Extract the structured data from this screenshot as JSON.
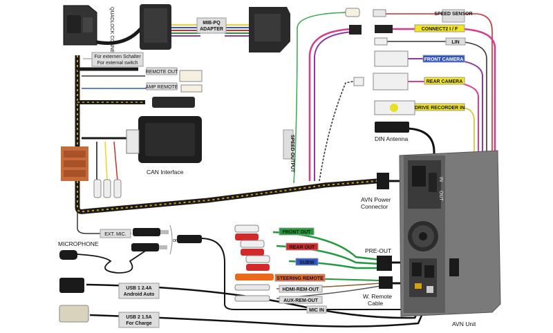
{
  "labels": {
    "quadlock": "QUADLOCK CONNECTOR",
    "mib_pq": "MIB-PQ",
    "adapter": "ADAPTER",
    "switch_de": "Für externen Schalter",
    "switch_en": "For external switch",
    "remote_out": "REMOTE OUT",
    "amp_remote": "AMP REMOTE",
    "can_interface": "CAN Interface",
    "speed_output": "SPEED OUTPUT",
    "speed_sensor": "SPEED SENSOR",
    "connect2": "CONNECT2 I / F",
    "lin": "LIN",
    "front_camera": "FRONT CAMERA",
    "rear_camera": "REAR CAMERA",
    "drive_recorder": "DRIVE RECORDER IN",
    "din_antenna": "DIN  Antenna",
    "avn_power_1": "AVN Power",
    "avn_power_2": "Connector",
    "ext_mic": "EXT. MIC.",
    "or": "or",
    "microphone": "MICROPHONE",
    "front_out": "FRONT  OUT",
    "rear_out": "REAR  OUT",
    "subw": "SUBW",
    "pre_out": "PRE-OUT",
    "steering_remote": "STEERING  REMOTE",
    "hdmi_rem_out": "HDMI-REM-OUT",
    "aux_rem_out": "AUX-REM-OUT",
    "w_remote_1": "W. Remote",
    "w_remote_2": "Cable",
    "mic_in": "MIC  IN",
    "usb1_1": "USB 1    2.4A",
    "usb1_2": "Android Auto",
    "usb2_1": "USB 2  1.5A",
    "usb2_2": "For Charge",
    "avn_unit": "AVN Unit",
    "port_in": "IN",
    "port_out": "OUT"
  },
  "colors": {
    "harness": "#1a1a1a",
    "harness_stripe": "#d4a016",
    "label_tag": "#dedede",
    "label_yellow": "#f5e51e",
    "label_blue": "#2f56c8",
    "label_green": "#1e9a3a",
    "label_red": "#d22a2a",
    "label_orange": "#e86a1a",
    "quadlock_orange": "#c96a3a",
    "unit_body": "#7a7a7a"
  }
}
